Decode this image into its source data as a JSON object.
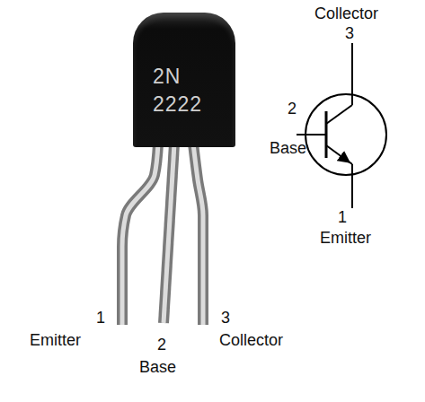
{
  "diagram": {
    "nodes": [
      {
        "text": [
          "2N 2222"
        ]
      }
    ],
    "labels": [
      "Collector",
      "3",
      "2",
      "Base",
      "1",
      "Emitter",
      "1",
      "Emitter",
      "2",
      "Base",
      "3",
      "Collector"
    ]
  }
}
